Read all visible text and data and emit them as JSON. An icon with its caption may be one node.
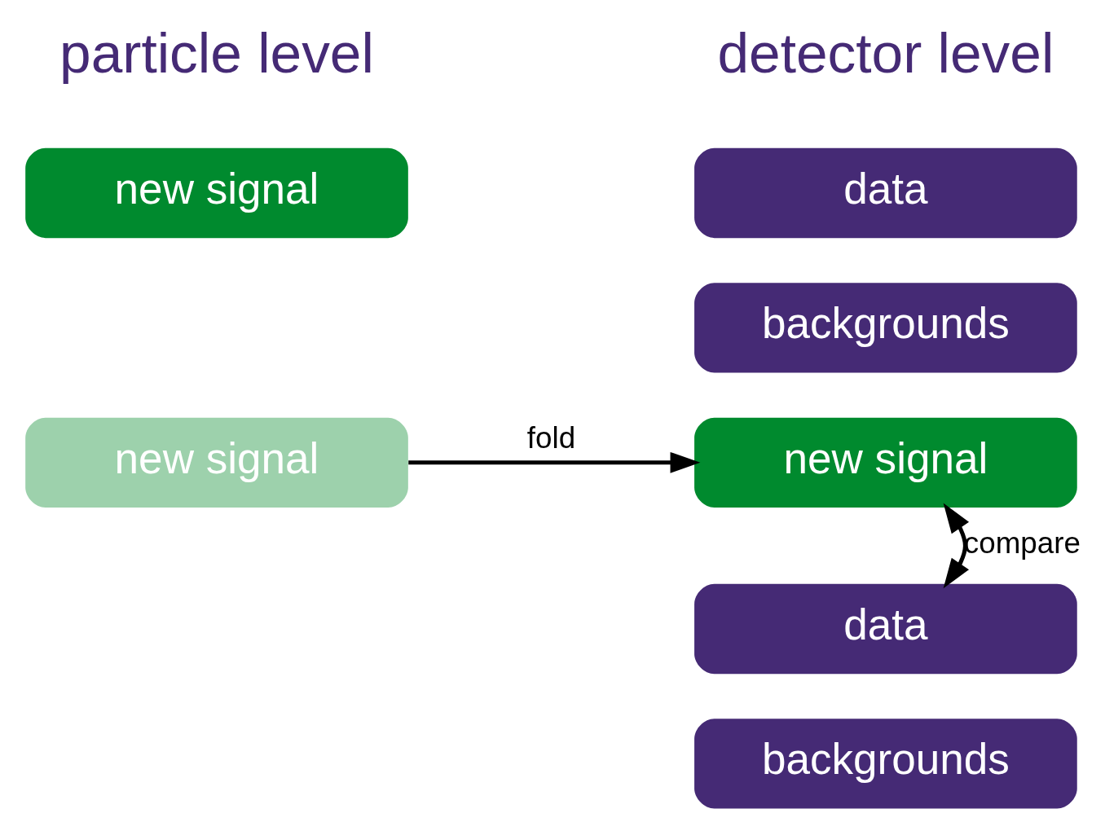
{
  "diagram": {
    "nodes": [
      {
        "text": [
          "new signal"
        ]
      },
      {
        "text": [
          "data"
        ]
      },
      {
        "text": [
          "backgrounds"
        ]
      },
      {
        "text": [
          "new signal"
        ]
      },
      {
        "text": [
          "new signal"
        ]
      },
      {
        "text": [
          "data"
        ]
      },
      {
        "text": [
          "backgrounds"
        ]
      }
    ],
    "edges": [
      {
        "from": 3,
        "to": 4,
        "arrow": "to",
        "label": "fold"
      },
      {
        "from": 4,
        "to": 5,
        "arrow": "both",
        "label": "compare"
      }
    ],
    "labels": [
      "particle level",
      "detector level"
    ]
  }
}
